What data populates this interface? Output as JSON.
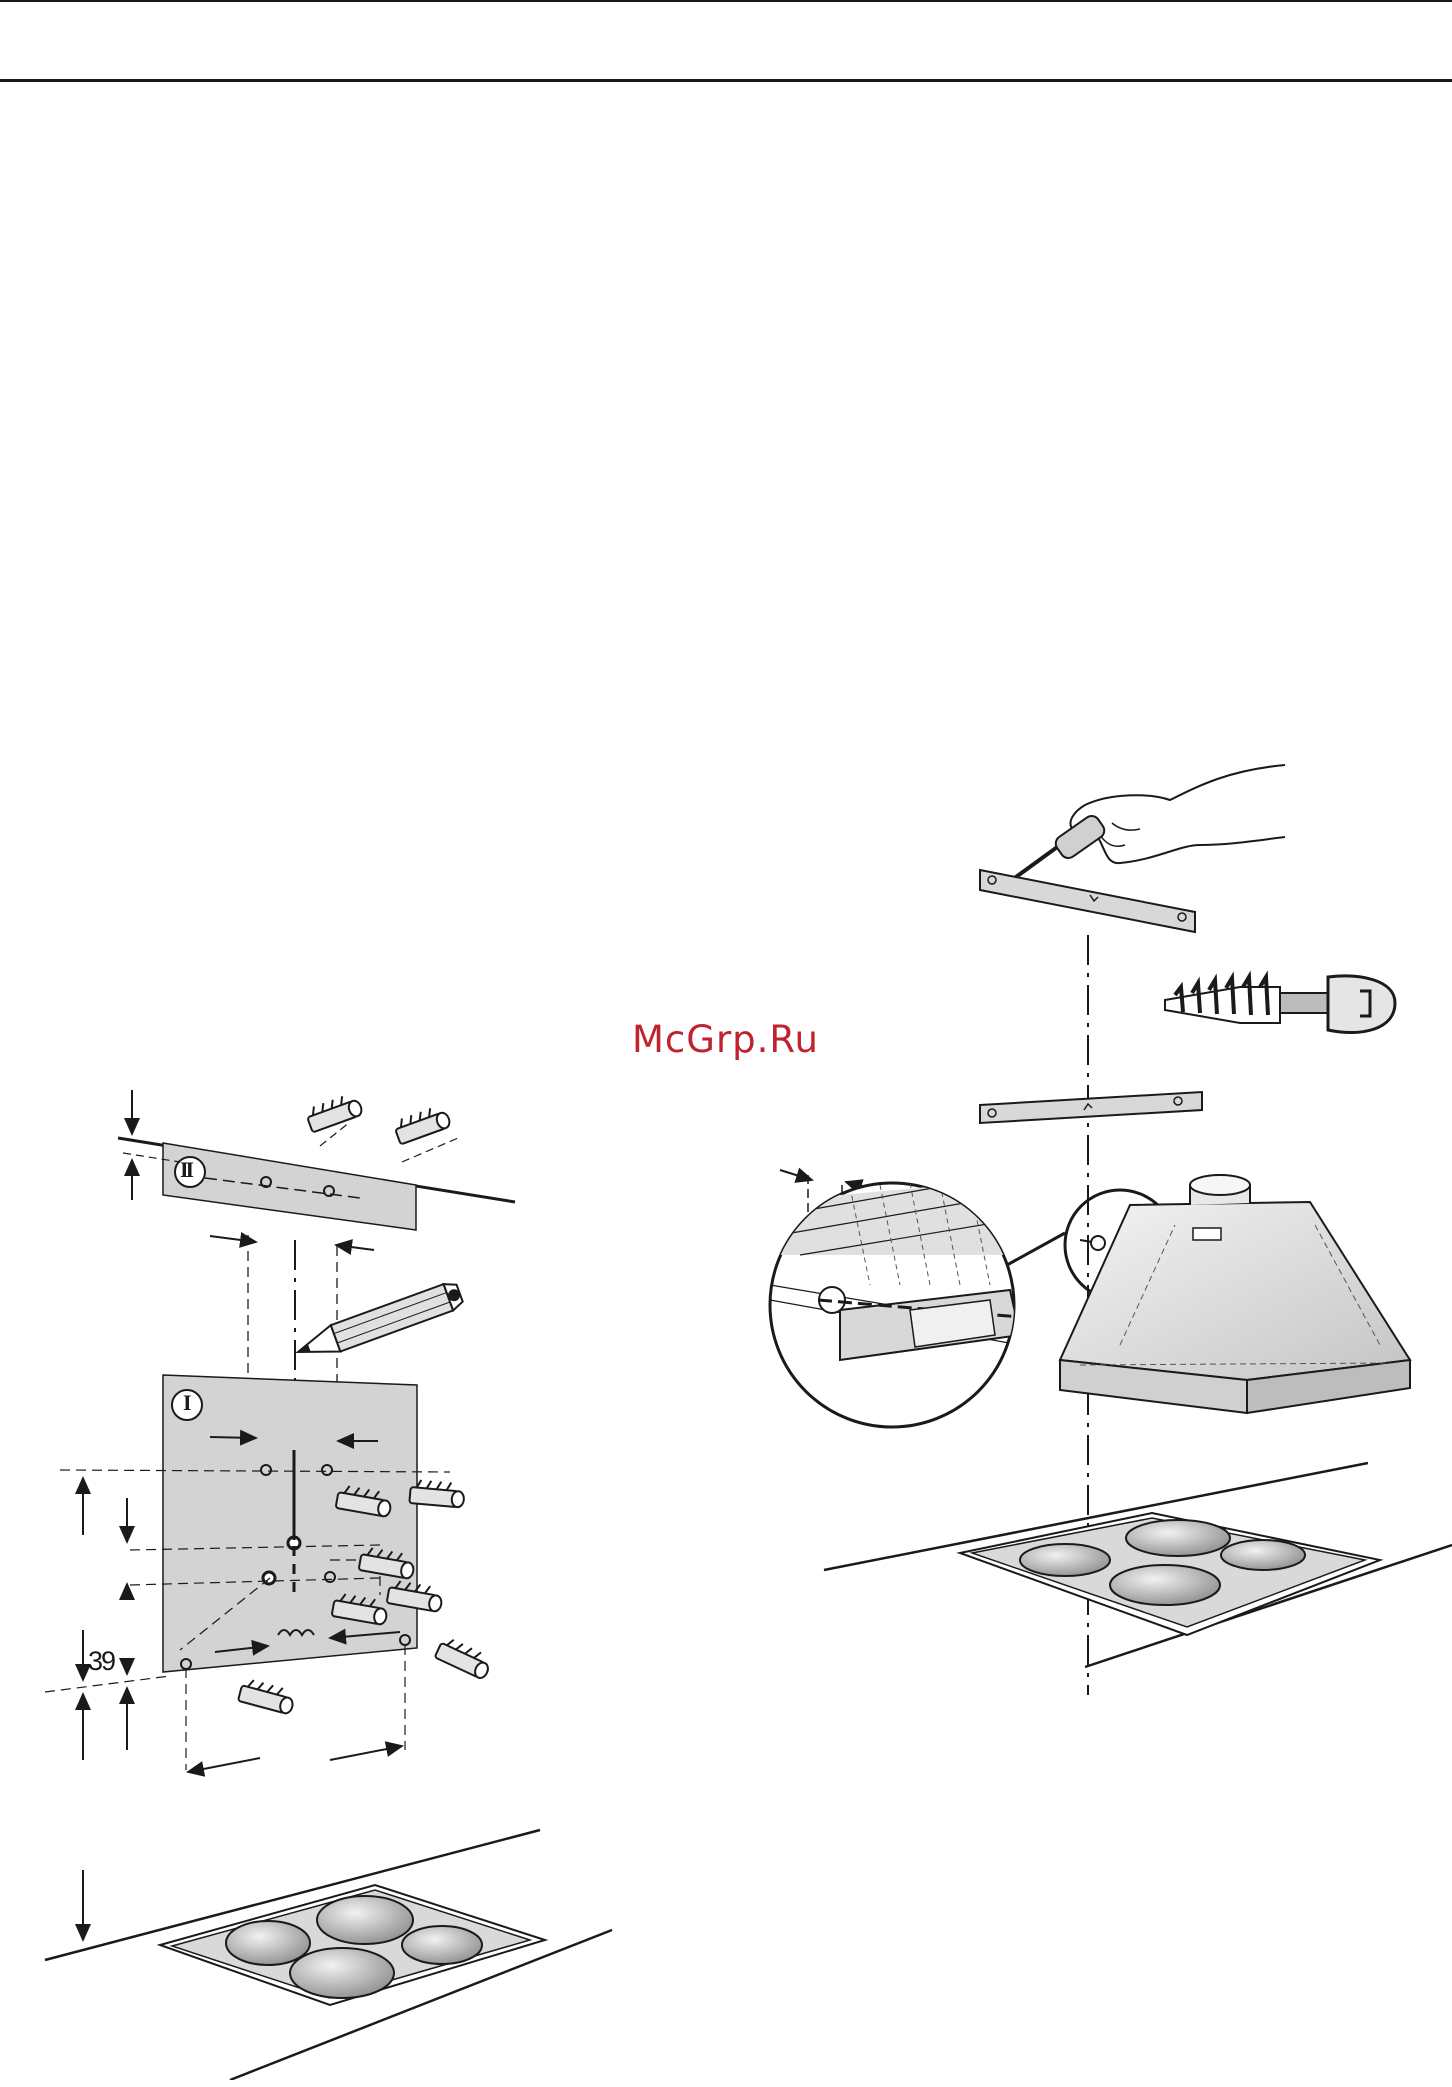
{
  "watermark": {
    "text": "McGrp.Ru",
    "color": "#c0232e"
  },
  "left_figure": {
    "template_upper_symbol": "II",
    "template_lower_symbol": "I",
    "dimension_label": "39"
  },
  "colors": {
    "ink": "#1a1a1a",
    "template_fill": "#d3d3d3",
    "hob_fill": "#d9d9d9",
    "burner_fill": "#a9a9a9",
    "watermark": "#c0232e"
  },
  "icons": [
    "pencil-icon",
    "wall-plug-icon",
    "screw-icon",
    "screwdriver-icon",
    "hand-icon",
    "cooker-hood-icon",
    "hob-icon",
    "magnifier-detail-icon",
    "arrow-icon"
  ]
}
